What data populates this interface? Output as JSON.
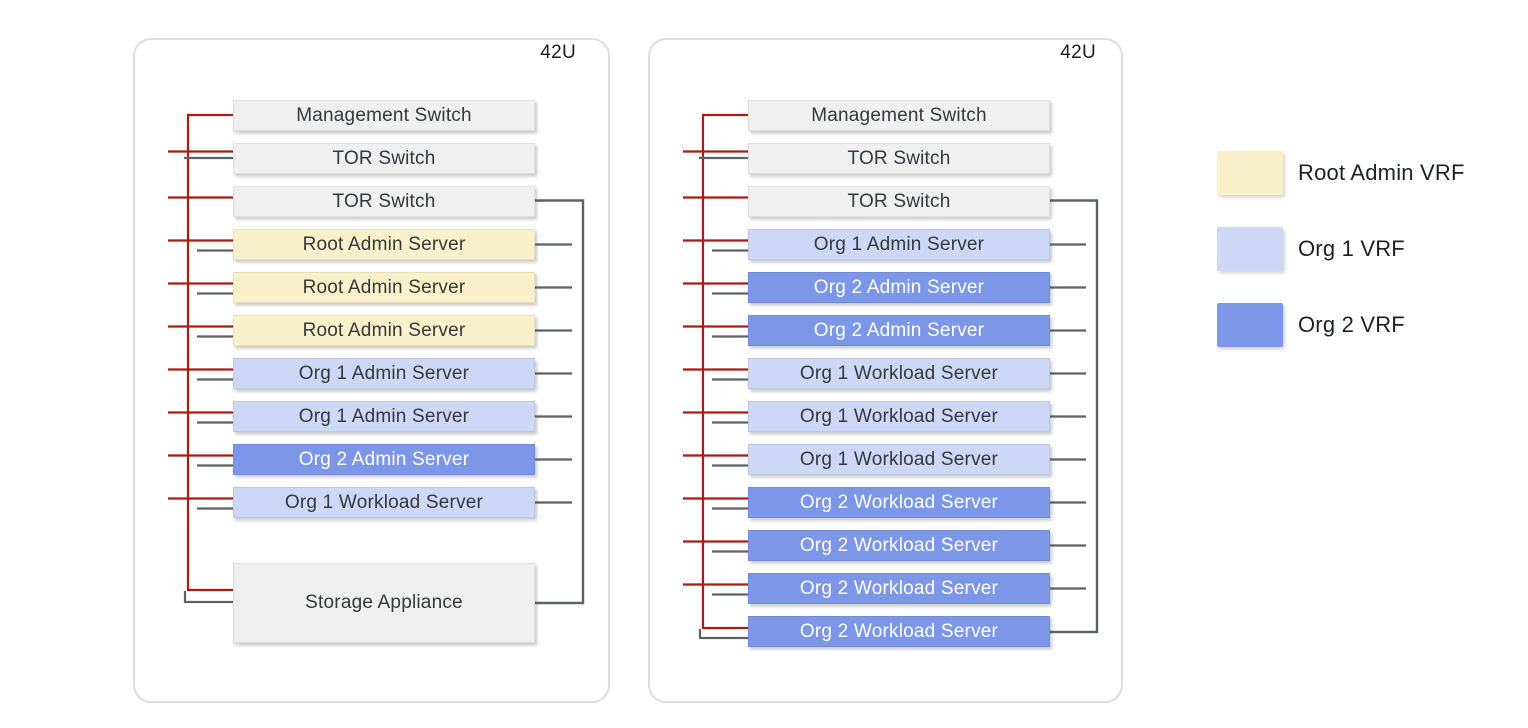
{
  "diagram": {
    "colors": {
      "rack_infra": "#F0F0F1",
      "root_admin_vrf": "#FAF1CB",
      "org1_vrf": "#CDD8F6",
      "org2_vrf": "#7D97E8",
      "management_link": "#A81C12",
      "data_link": "#5E6165"
    },
    "racks": [
      {
        "unit_label": "42U",
        "rows": [
          {
            "label": "Management Switch",
            "vrf": "rack_infra"
          },
          {
            "label": "TOR Switch",
            "vrf": "rack_infra"
          },
          {
            "label": "TOR Switch",
            "vrf": "rack_infra"
          },
          {
            "label": "Root Admin Server",
            "vrf": "root_admin_vrf"
          },
          {
            "label": "Root Admin Server",
            "vrf": "root_admin_vrf"
          },
          {
            "label": "Root Admin Server",
            "vrf": "root_admin_vrf"
          },
          {
            "label": "Org 1 Admin Server",
            "vrf": "org1_vrf"
          },
          {
            "label": "Org 1 Admin Server",
            "vrf": "org1_vrf"
          },
          {
            "label": "Org 2 Admin Server",
            "vrf": "org2_vrf"
          },
          {
            "label": "Org 1 Workload Server",
            "vrf": "org1_vrf"
          },
          {
            "label": "Storage Appliance",
            "vrf": "rack_infra"
          }
        ]
      },
      {
        "unit_label": "42U",
        "rows": [
          {
            "label": "Management Switch",
            "vrf": "rack_infra"
          },
          {
            "label": "TOR Switch",
            "vrf": "rack_infra"
          },
          {
            "label": "TOR Switch",
            "vrf": "rack_infra"
          },
          {
            "label": "Org 1 Admin Server",
            "vrf": "org1_vrf"
          },
          {
            "label": "Org 2 Admin Server",
            "vrf": "org2_vrf"
          },
          {
            "label": "Org 2 Admin Server",
            "vrf": "org2_vrf"
          },
          {
            "label": "Org 1 Workload Server",
            "vrf": "org1_vrf"
          },
          {
            "label": "Org 1 Workload Server",
            "vrf": "org1_vrf"
          },
          {
            "label": "Org 1 Workload Server",
            "vrf": "org1_vrf"
          },
          {
            "label": "Org 2 Workload Server",
            "vrf": "org2_vrf"
          },
          {
            "label": "Org 2 Workload Server",
            "vrf": "org2_vrf"
          },
          {
            "label": "Org 2 Workload Server",
            "vrf": "org2_vrf"
          },
          {
            "label": "Org 2 Workload Server",
            "vrf": "org2_vrf"
          }
        ]
      }
    ],
    "legend": [
      {
        "label": "Root Admin VRF",
        "vrf": "root_admin_vrf"
      },
      {
        "label": "Org 1 VRF",
        "vrf": "org1_vrf"
      },
      {
        "label": "Org 2 VRF",
        "vrf": "org2_vrf"
      }
    ]
  }
}
